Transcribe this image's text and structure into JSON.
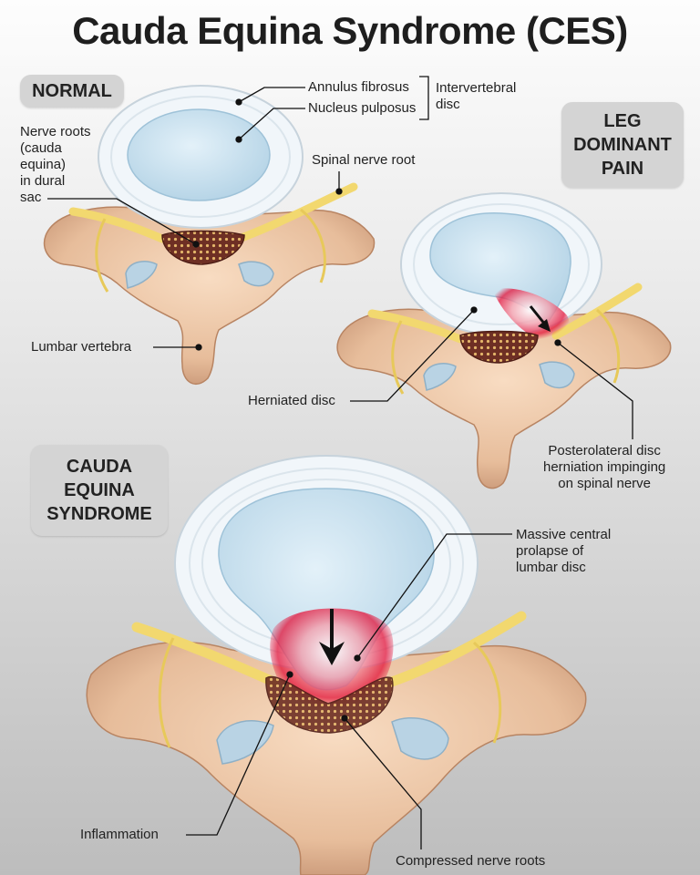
{
  "title": "Cauda Equina Syndrome (CES)",
  "panels": {
    "normal": "NORMAL",
    "leg": "LEG\nDOMINANT\nPAIN",
    "ces": "CAUDA\nEQUINA\nSYNDROME"
  },
  "labels": {
    "annulus": "Annulus fibrosus",
    "nucleus": "Nucleus pulposus",
    "intervertebral": "Intervertebral\ndisc",
    "nerve_roots": "Nerve roots\n(cauda\nequina)\nin dural\nsac",
    "spinal_nerve_root": "Spinal nerve root",
    "lumbar_vertebra": "Lumbar vertebra",
    "herniated_disc": "Herniated disc",
    "posterolateral": "Posterolateral disc\nherniation impinging\non spinal nerve",
    "massive_prolapse": "Massive central\nprolapse of\nlumbar disc",
    "inflammation": "Inflammation",
    "compressed": "Compressed nerve roots"
  },
  "colors": {
    "bone": "#ecc7a6",
    "bone_shadow": "#c99a79",
    "annulus": "#f1f6fa",
    "nucleus": "#c9e1ee",
    "nerve": "#f2d86f",
    "dural_sac": "#6e2f24",
    "inflammation": "#e8173a",
    "foramen": "#b9d3e4"
  }
}
